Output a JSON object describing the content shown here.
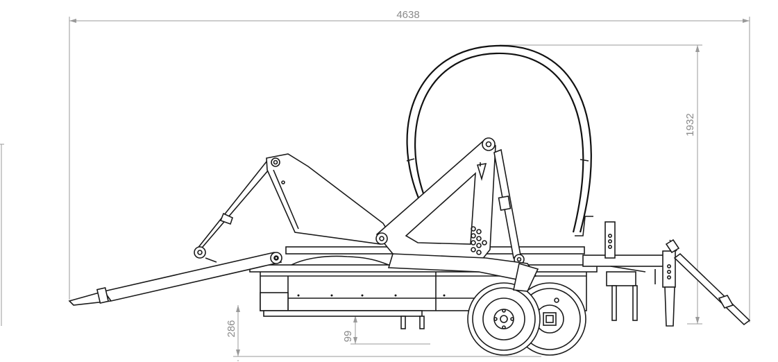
{
  "dimensions": {
    "overall_length": "4638",
    "overall_height": "1932",
    "drawbar_height": "286",
    "ground_clearance": "99"
  },
  "colors": {
    "dimension_line": "#9a9a9a",
    "dimension_text": "#8a8a8a",
    "outline": "#1a1a1a",
    "background": "#ffffff"
  }
}
